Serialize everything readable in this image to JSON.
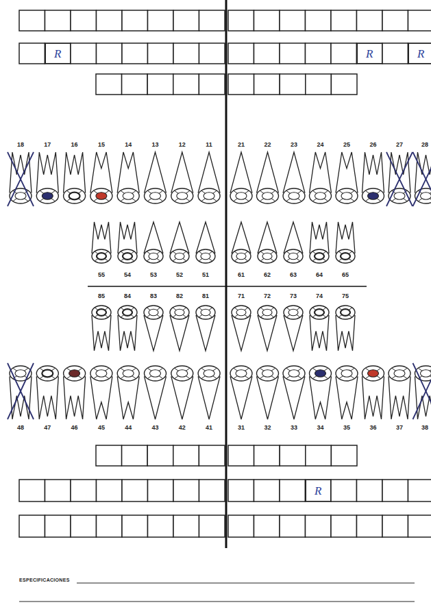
{
  "diagram": {
    "nodes": [
      {
        "text": [
          "R"
        ]
      },
      {
        "text": [
          "R"
        ]
      },
      {
        "text": [
          "R"
        ]
      },
      {
        "text": [
          "R"
        ]
      }
    ],
    "labels": [
      "18",
      "17",
      "16",
      "15",
      "14",
      "13",
      "12",
      "11",
      "21",
      "22",
      "23",
      "24",
      "25",
      "26",
      "27",
      "28",
      "55",
      "54",
      "53",
      "52",
      "51",
      "61",
      "62",
      "63",
      "64",
      "65",
      "85",
      "84",
      "83",
      "82",
      "81",
      "71",
      "72",
      "73",
      "74",
      "75",
      "48",
      "47",
      "46",
      "45",
      "44",
      "43",
      "42",
      "41",
      "31",
      "32",
      "33",
      "34",
      "35",
      "36",
      "37",
      "38",
      "ESPECIFICACIONES"
    ]
  }
}
